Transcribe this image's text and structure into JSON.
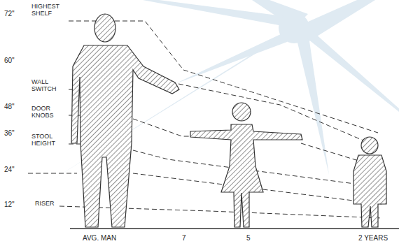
{
  "diagram": {
    "labels": [
      "HIGHEST SHELF",
      "72\"",
      "60\"",
      "WALL SWITCH",
      "48\"",
      "DOOR KNOBS",
      "36\"",
      "STOOL HEIGHT",
      "24\"",
      "12\"",
      "RISER",
      "AVG. MAN",
      "7",
      "5",
      "2 YEARS"
    ]
  }
}
